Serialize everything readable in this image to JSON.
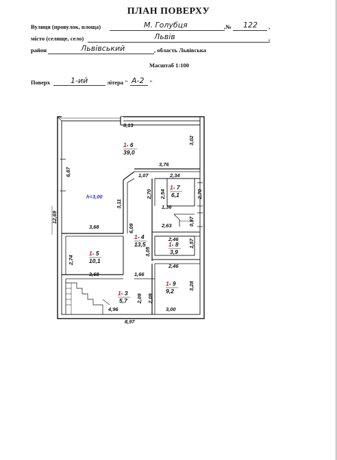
{
  "title": "ПЛАН ПОВЕРХУ",
  "header": {
    "street_label": "Вулиця (провулок, площа)",
    "street_value": "М. Голубця",
    "number_label": ",№",
    "number_value": "122",
    "city_label": "місто (селище, село)",
    "city_value": "Львів",
    "district_label": "район",
    "district_value": "Львівський",
    "region_text": ", область Львівська",
    "scale_text": "Масштаб 1:100",
    "floor_label": "Поверх",
    "floor_value": "1-ий",
    "letter_label": "літера \"",
    "letter_value": "А-2",
    "letter_close": "\""
  },
  "plan": {
    "dimensions": {
      "top_width": "8,13",
      "right_upper": "3,02",
      "inner_width_376": "3,76",
      "left_height": "6,87",
      "overall_height": "12,69",
      "w107": "1,07",
      "w234": "2,34",
      "v270a": "2,70",
      "v254": "2,54",
      "v270b": "2,70",
      "v311": "3,11",
      "w136": "1,36",
      "w368a": "3,68",
      "v609": "6,09",
      "w263": "2,63",
      "v097": "0,97",
      "w246a": "2,46",
      "v157": "1,57",
      "v274": "2,74",
      "v305": "3,05",
      "w246b": "2,46",
      "w368b": "3,68",
      "w166": "1,66",
      "v328": "3,28",
      "v209a": "2,09",
      "v209b": "2,09",
      "w496": "4,96",
      "w300": "3,00",
      "bottom_width": "8,97"
    },
    "ceiling_height": "h=3,00",
    "rooms": [
      {
        "prefix": "1",
        "num": "- 6",
        "area": "39,0"
      },
      {
        "prefix": "1",
        "num": "- 7",
        "area": "6,1"
      },
      {
        "prefix": "1",
        "num": "- 4",
        "area": "13,5"
      },
      {
        "prefix": "1",
        "num": "- 8",
        "area": "3,9"
      },
      {
        "prefix": "1",
        "num": "- 5",
        "area": "10,1"
      },
      {
        "prefix": "1",
        "num": "- 3",
        "area": "5,7"
      },
      {
        "prefix": "1",
        "num": "- 9",
        "area": "9,2"
      }
    ]
  }
}
